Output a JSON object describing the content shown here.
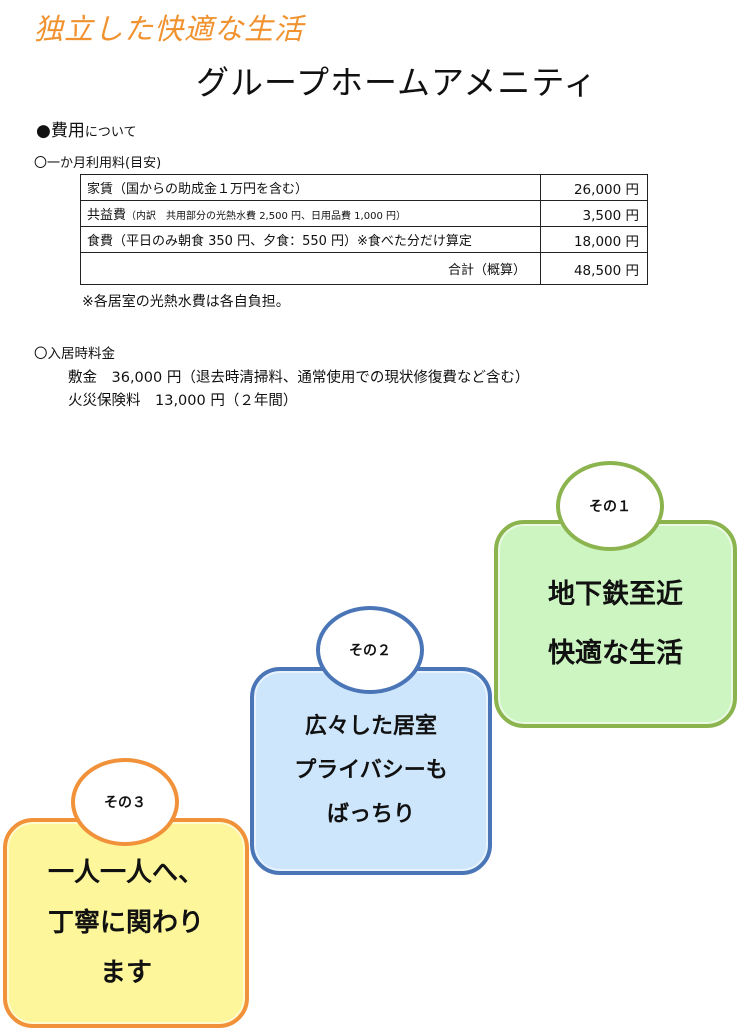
{
  "header": {
    "subtitle": "独立した快適な生活",
    "title": "グループホームアメニティ"
  },
  "costs": {
    "heading_mark": "●",
    "heading_main": "費用",
    "heading_rest": "について",
    "monthly_heading": "〇一か月利用料(目安)",
    "rows": [
      {
        "label": "家賃（国からの助成金１万円を含む）",
        "note": "",
        "amount": "26,000 円"
      },
      {
        "label": "共益費",
        "note": "（内訳　共用部分の光熱水費 2,500 円、日用品費 1,000 円）",
        "amount": "3,500 円"
      },
      {
        "label": "食費（平日のみ朝食 350 円、夕食：550 円）※食べた分だけ算定",
        "note": "",
        "amount": "18,000 円"
      }
    ],
    "total_label": "合計（概算）",
    "total_amount": "48,500 円",
    "utility_note": "※各居室の光熱水費は各自負担。"
  },
  "move_in": {
    "heading": "〇入居時料金",
    "deposit": "敷金　36,000 円（退去時清掃料、通常使用での現状修復費など含む）",
    "insurance": "火災保険料　13,000 円（２年間）"
  },
  "features": [
    {
      "badge": "その１",
      "lines": [
        "地下鉄至近",
        "快適な生活"
      ],
      "color": "#ccf5c2",
      "border": "#8cb44e"
    },
    {
      "badge": "その２",
      "lines": [
        "広々した居室",
        "プライバシーも",
        "ばっちり"
      ],
      "color": "#cde6fb",
      "border": "#4a76b8"
    },
    {
      "badge": "その３",
      "lines": [
        "一人一人へ、",
        "丁寧に関わり",
        "ます"
      ],
      "color": "#fdf69a",
      "border": "#f1913a"
    }
  ]
}
